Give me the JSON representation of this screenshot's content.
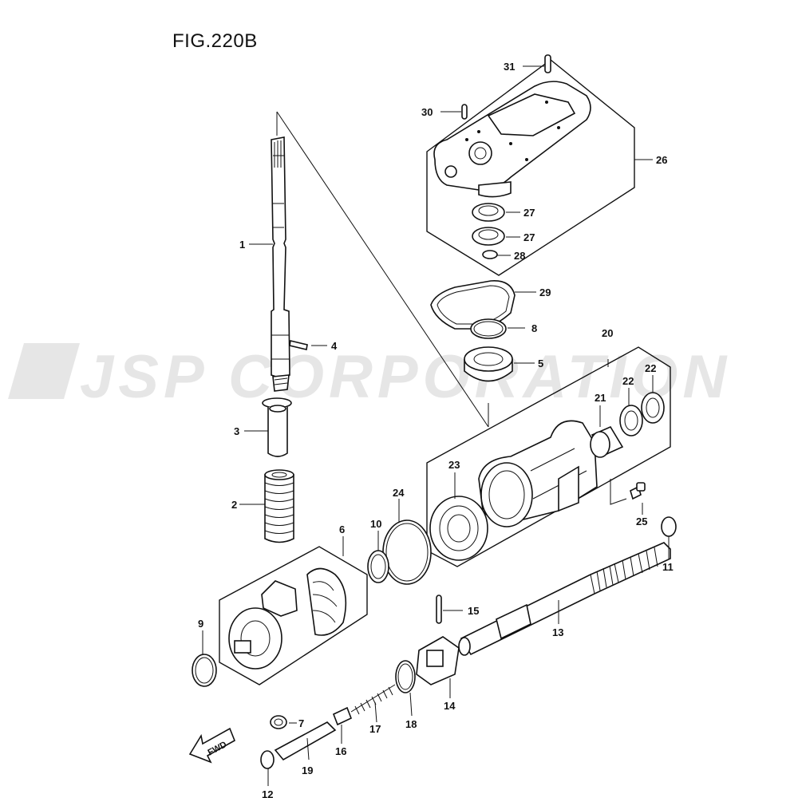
{
  "figure": {
    "title": "FIG.220B"
  },
  "watermark": {
    "text": "JSP CORPORATION"
  },
  "direction_arrow": {
    "label": "FWD"
  },
  "callouts": [
    {
      "id": "c1",
      "label": "1"
    },
    {
      "id": "c2",
      "label": "2"
    },
    {
      "id": "c3",
      "label": "3"
    },
    {
      "id": "c4",
      "label": "4"
    },
    {
      "id": "c5",
      "label": "5"
    },
    {
      "id": "c6",
      "label": "6"
    },
    {
      "id": "c7",
      "label": "7"
    },
    {
      "id": "c8",
      "label": "8"
    },
    {
      "id": "c9",
      "label": "9"
    },
    {
      "id": "c10",
      "label": "10"
    },
    {
      "id": "c11",
      "label": "11"
    },
    {
      "id": "c12",
      "label": "12"
    },
    {
      "id": "c13",
      "label": "13"
    },
    {
      "id": "c14",
      "label": "14"
    },
    {
      "id": "c15",
      "label": "15"
    },
    {
      "id": "c16",
      "label": "16"
    },
    {
      "id": "c17",
      "label": "17"
    },
    {
      "id": "c18",
      "label": "18"
    },
    {
      "id": "c19",
      "label": "19"
    },
    {
      "id": "c20",
      "label": "20"
    },
    {
      "id": "c21",
      "label": "21"
    },
    {
      "id": "c22a",
      "label": "22"
    },
    {
      "id": "c22b",
      "label": "22"
    },
    {
      "id": "c23",
      "label": "23"
    },
    {
      "id": "c24",
      "label": "24"
    },
    {
      "id": "c25",
      "label": "25"
    },
    {
      "id": "c26",
      "label": "26"
    },
    {
      "id": "c27a",
      "label": "27"
    },
    {
      "id": "c27b",
      "label": "27"
    },
    {
      "id": "c28",
      "label": "28"
    },
    {
      "id": "c29",
      "label": "29"
    },
    {
      "id": "c30",
      "label": "30"
    },
    {
      "id": "c31",
      "label": "31"
    }
  ]
}
